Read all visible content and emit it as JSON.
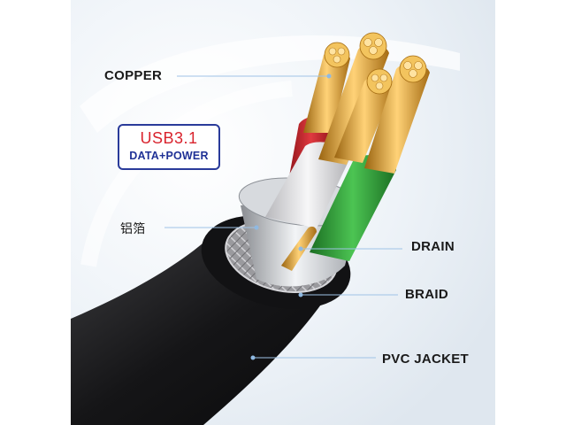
{
  "badge": {
    "title": "USB3.1",
    "subtitle": "DATA+POWER",
    "title_color": "#d9232d",
    "subtitle_color": "#1f3196",
    "border_color": "#2a3b9a"
  },
  "labels": {
    "copper": "COPPER",
    "foil": "铝箔",
    "drain": "DRAIN",
    "braid": "BRAID",
    "pvc_jacket": "PVC JACKET"
  },
  "colors": {
    "jacket": "#1c1c1e",
    "braid": "#a9a9ab",
    "foil": "#cfd2d6",
    "copper": "#e0a63a",
    "wire_red": "#c8202a",
    "wire_white": "#e8e8e8",
    "wire_green": "#2fa336",
    "background": "#eef3f8",
    "leader_line": "#9fc3e6"
  }
}
